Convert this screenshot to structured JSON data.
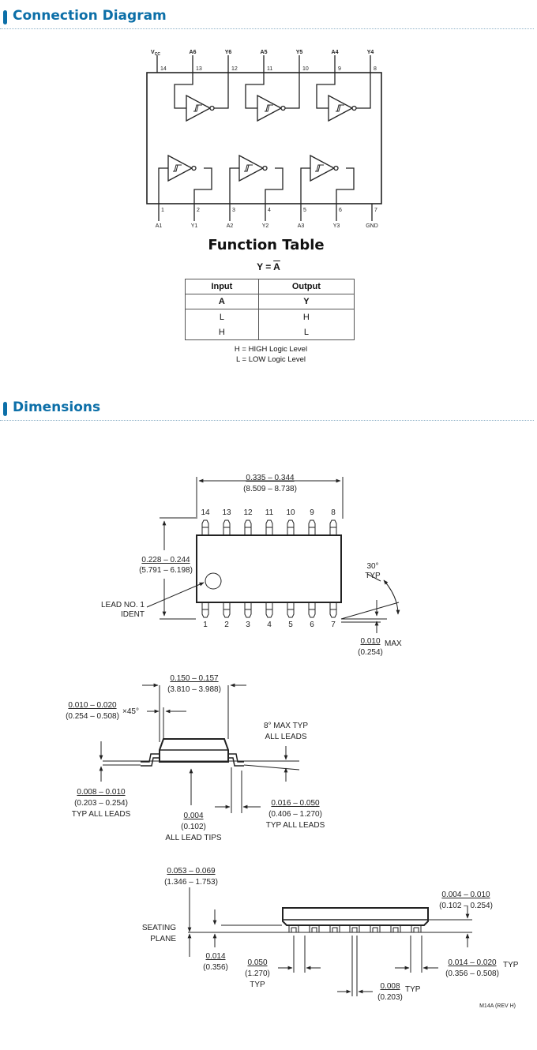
{
  "sections": {
    "connection": "Connection Diagram",
    "dimensions": "Dimensions"
  },
  "connection_diagram": {
    "top_pins": [
      {
        "name": "VCC",
        "num": "14"
      },
      {
        "name": "A6",
        "num": "13"
      },
      {
        "name": "Y6",
        "num": "12"
      },
      {
        "name": "A5",
        "num": "11"
      },
      {
        "name": "Y5",
        "num": "10"
      },
      {
        "name": "A4",
        "num": "9"
      },
      {
        "name": "Y4",
        "num": "8"
      }
    ],
    "bottom_pins": [
      {
        "name": "A1",
        "num": "1"
      },
      {
        "name": "Y1",
        "num": "2"
      },
      {
        "name": "A2",
        "num": "3"
      },
      {
        "name": "Y2",
        "num": "4"
      },
      {
        "name": "A3",
        "num": "5"
      },
      {
        "name": "Y3",
        "num": "6"
      },
      {
        "name": "GND",
        "num": "7"
      }
    ]
  },
  "function_table": {
    "title": "Function Table",
    "equation_lhs": "Y = ",
    "equation_rhs": "A",
    "headers": [
      "Input",
      "Output"
    ],
    "symbols": [
      "A",
      "Y"
    ],
    "rows": [
      [
        "L",
        "H"
      ],
      [
        "H",
        "L"
      ]
    ],
    "legend": [
      "H = HIGH Logic Level",
      "L = LOW Logic Level"
    ]
  },
  "dimensions": {
    "top_view": {
      "pin_top": [
        "14",
        "13",
        "12",
        "11",
        "10",
        "9",
        "8"
      ],
      "pin_bottom": [
        "1",
        "2",
        "3",
        "4",
        "5",
        "6",
        "7"
      ],
      "length_in": "0.335 – 0.344",
      "length_mm": "(8.509 – 8.738)",
      "width_in": "0.228 – 0.244",
      "width_mm": "(5.791 – 6.198)",
      "angle": "30°",
      "angle_typ": "TYP",
      "lead_ident_1": "LEAD NO. 1",
      "lead_ident_2": "IDENT",
      "lead_thk_in": "0.010",
      "lead_thk_max": "MAX",
      "lead_thk_mm": "(0.254)"
    },
    "side_view": {
      "body_in": "0.150 – 0.157",
      "body_mm": "(3.810 – 3.988)",
      "chamfer_in": "0.010 – 0.020",
      "chamfer_mm": "(0.254 – 0.508)",
      "chamfer_x": "×45°",
      "max_angle_1": "8° MAX TYP",
      "max_angle_2": "ALL LEADS",
      "thk_in": "0.008 – 0.010",
      "thk_mm": "(0.203 – 0.254)",
      "thk_typ": "TYP ALL LEADS",
      "tips_in": "0.004",
      "tips_mm": "(0.102)",
      "tips_label": "ALL LEAD TIPS",
      "foot_in": "0.016 – 0.050",
      "foot_mm": "(0.406 – 1.270)",
      "foot_typ": "TYP ALL LEADS"
    },
    "front_view": {
      "height_in": "0.053 – 0.069",
      "height_mm": "(1.346 – 1.753)",
      "standoff_in": "0.004 – 0.010",
      "standoff_mm": "(0.102 – 0.254)",
      "seating_1": "SEATING",
      "seating_2": "PLANE",
      "lead_w_in": "0.014",
      "lead_w_mm": "(0.356)",
      "pitch_in": "0.050",
      "pitch_mm": "(1.270)",
      "pitch_typ": "TYP",
      "lw_in": "0.014 – 0.020",
      "lw_typ": "TYP",
      "lw_mm": "(0.356 – 0.508)",
      "g_in": "0.008",
      "g_typ": "TYP",
      "g_mm": "(0.203)",
      "rev": "M14A (REV H)"
    }
  }
}
